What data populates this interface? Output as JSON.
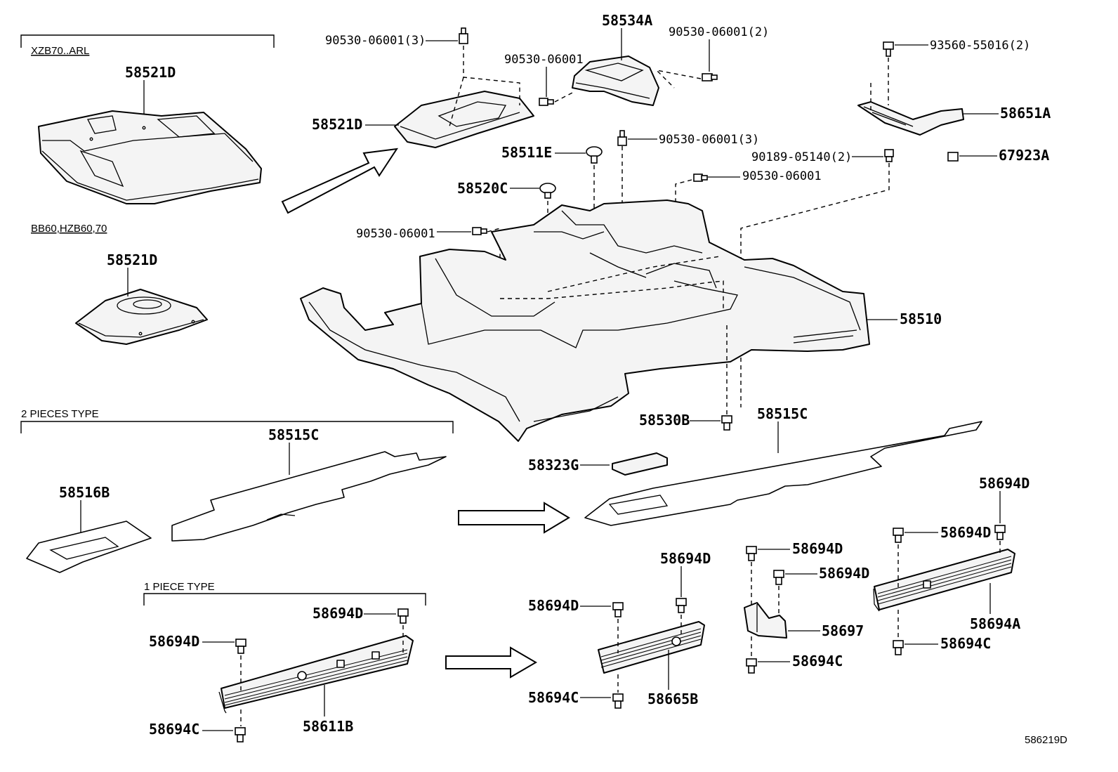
{
  "sections": {
    "xzb70": "XZB70..ARL",
    "bb60": "BB60,HZB60,70",
    "two_pieces": "2 PIECES TYPE",
    "one_piece": "1 PIECE TYPE"
  },
  "labels": {
    "l01": "58521D",
    "l02": "58521D",
    "l03": "90530-06001(3)",
    "l04": "58534A",
    "l05": "90530-06001(2)",
    "l06": "90530-06001",
    "l07": "58521D",
    "l08": "93560-55016(2)",
    "l09": "58651A",
    "l10": "90530-06001(3)",
    "l11": "58511E",
    "l12": "90189-05140(2)",
    "l13": "67923A",
    "l14": "58520C",
    "l15": "90530-06001",
    "l16": "90530-06001",
    "l17": "58510",
    "l18": "58530B",
    "l19": "58515C",
    "l20": "58515C",
    "l21": "58323G",
    "l22": "58516B",
    "l23": "58694D",
    "l24": "58694D",
    "l25": "58694D",
    "l26": "58694D",
    "l27": "58694D",
    "l28": "58694D",
    "l29": "58697",
    "l30": "58694A",
    "l31": "58694C",
    "l32": "58694C",
    "l33": "58694D",
    "l34": "58694D",
    "l35": "58694C",
    "l36": "58665B",
    "l37": "58694C",
    "l38": "58611B"
  },
  "footer_code": "586219D"
}
